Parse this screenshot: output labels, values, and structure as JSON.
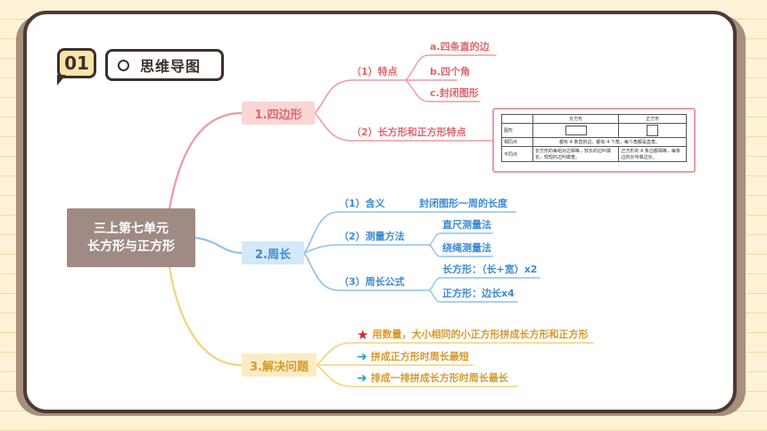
{
  "colors": {
    "red": "#e0666d",
    "blue": "#3d8bd3",
    "amber": "#d49a2e",
    "root": "#a08a84"
  },
  "header": {
    "badge": "01",
    "title": "思维导图"
  },
  "root": {
    "line1": "三上第七单元",
    "line2": "长方形与正方形"
  },
  "branch1": {
    "label": "1.四边形",
    "sub1": {
      "label": "（1）特点",
      "items": [
        "a.四条直的边",
        "b.四个角",
        "c.封闭图形"
      ]
    },
    "sub2": {
      "label": "（2）长方形和正方形特点"
    },
    "table": {
      "col1": "长方形",
      "col2": "正方形",
      "row1_label": "图形",
      "row2_label": "相同点",
      "row2_text": "都有 4 条直的边，都有 4 个角，每个角都是直角。",
      "row3_label": "不同点",
      "row3_rect": "长方形的每组对边相等，较长的边叫做长，较短的边叫做宽。",
      "row3_square": "正方形的 4 条边都相等，每条边的长叫做边长。"
    }
  },
  "branch2": {
    "label": "2.周长",
    "sub1": {
      "label": "（1）含义",
      "value": "封闭图形一周的长度"
    },
    "sub2": {
      "label": "（2）测量方法",
      "items": [
        "直尺测量法",
        "绕绳测量法"
      ]
    },
    "sub3": {
      "label": "（3）周长公式",
      "items": [
        "长方形：（长+宽）x2",
        "正方形：边长x4"
      ]
    }
  },
  "branch3": {
    "label": "3.解决问题",
    "items": [
      {
        "icon": "star-icon",
        "text": "用数量，大小相同的小正方形拼成长方形和正方形"
      },
      {
        "icon": "arrow-right-icon",
        "text": "拼成正方形时周长最短"
      },
      {
        "icon": "arrow-right-icon",
        "text": "排成一排拼成长方形时周长最长"
      }
    ]
  }
}
